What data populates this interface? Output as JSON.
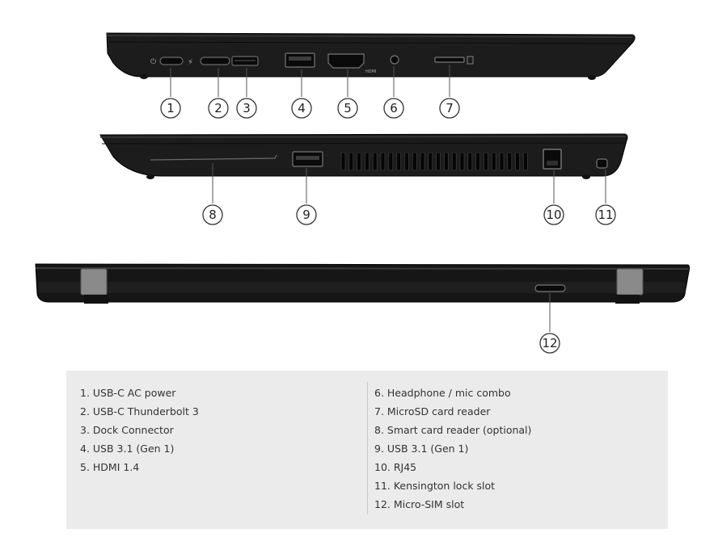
{
  "callouts": [
    "1",
    "2",
    "3",
    "4",
    "5",
    "6",
    "7",
    "8",
    "9",
    "10",
    "11",
    "12"
  ],
  "legend": {
    "left": [
      "1. USB-C AC power",
      "2. USB-C Thunderbolt 3",
      "3. Dock Connector",
      "4. USB 3.1 (Gen 1)",
      "5. HDMI 1.4"
    ],
    "right": [
      "6. Headphone / mic combo",
      "7. MicroSD card reader",
      "8. Smart card reader (optional)",
      "9. USB 3.1 (Gen 1)",
      "10. RJ45",
      "11. Kensington lock slot",
      "12. Micro-SIM slot"
    ]
  },
  "port_markings": {
    "hdmi": "HDMI"
  },
  "colors": {
    "chassis": "#1c1c1c",
    "hinge": "#8a8a8a",
    "legend_bg": "#ebebeb"
  }
}
